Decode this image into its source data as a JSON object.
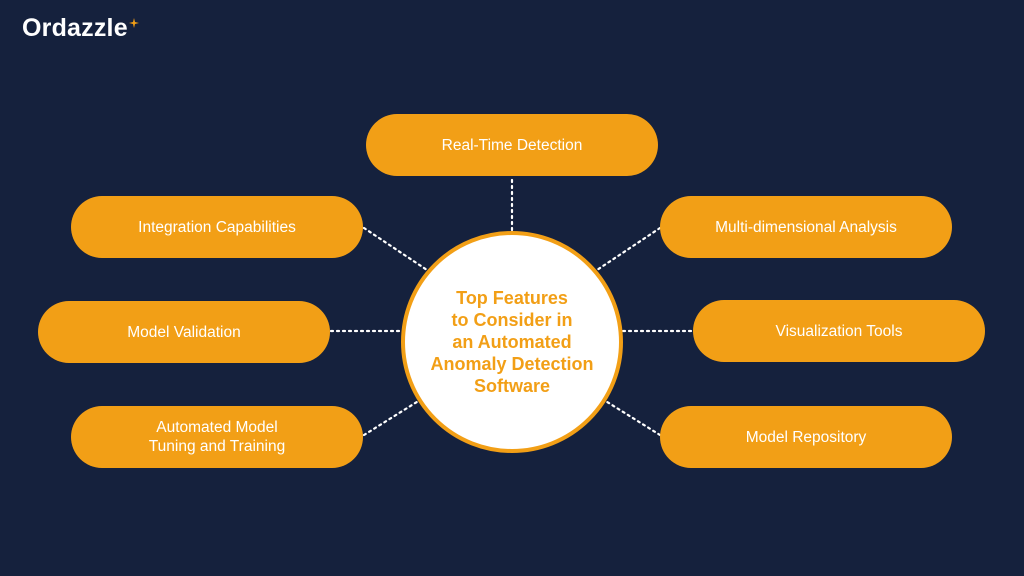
{
  "brand": {
    "name": "Ordazzle",
    "accent_color": "#f29f16",
    "background_color": "#15213d",
    "star_icon": "sparkle-star-icon"
  },
  "diagram": {
    "center_label": "Top Features\nto Consider in\nan Automated\nAnomaly Detection\nSoftware",
    "features": [
      {
        "label": "Real-Time Detection"
      },
      {
        "label": "Integration Capabilities"
      },
      {
        "label": "Multi-dimensional Analysis"
      },
      {
        "label": "Model Validation"
      },
      {
        "label": "Visualization Tools"
      },
      {
        "label": "Automated Model\nTuning and Training"
      },
      {
        "label": "Model Repository"
      }
    ],
    "connector_style": "dotted"
  }
}
